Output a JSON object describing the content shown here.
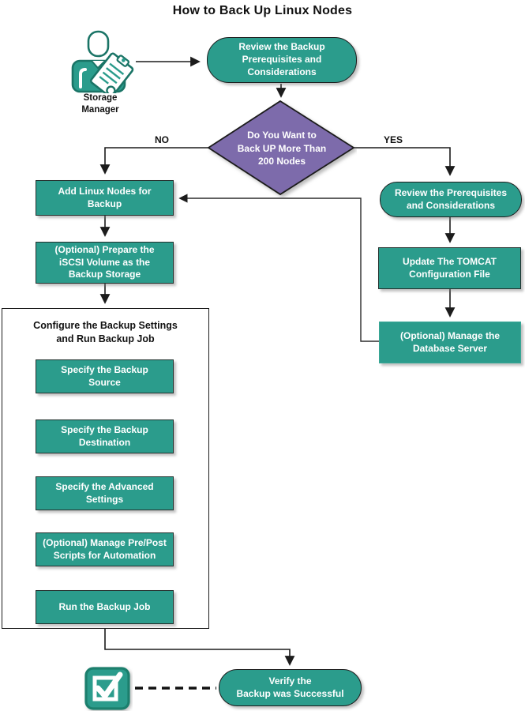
{
  "title": "How to Back Up Linux Nodes",
  "colors": {
    "node_teal": "#2b9c8c",
    "node_teal_border": "#1c7f6d",
    "diamond_purple": "#7d6bab",
    "line_black": "#1c1c1c"
  },
  "actor": {
    "label": "Storage\nManager",
    "icon": "storage-manager-icon"
  },
  "decision": {
    "label": "Do You Want to\nBack UP More Than\n200  Nodes",
    "no_label": "NO",
    "yes_label": "YES"
  },
  "nodes": {
    "review_backup": "Review the Backup\nPrerequisites and\nConsiderations",
    "add_linux": "Add Linux Nodes for\nBackup",
    "prepare_iscsi": "(Optional) Prepare the\niSCSI Volume as the\nBackup Storage",
    "specify_source": "Specify the Backup\nSource",
    "specify_destination": "Specify the Backup\nDestination",
    "specify_advanced": "Specify the Advanced\nSettings",
    "manage_scripts": "(Optional) Manage Pre/Post\nScripts for Automation",
    "run_job": "Run the Backup Job",
    "review_prereq": "Review the Prerequisites\nand Considerations",
    "update_tomcat": "Update The TOMCAT\nConfiguration File",
    "manage_db": "(Optional) Manage the\nDatabase Server",
    "verify": "Verify the\nBackup was Successful"
  },
  "group": {
    "title": "Configure the Backup Settings\nand Run Backup Job"
  }
}
